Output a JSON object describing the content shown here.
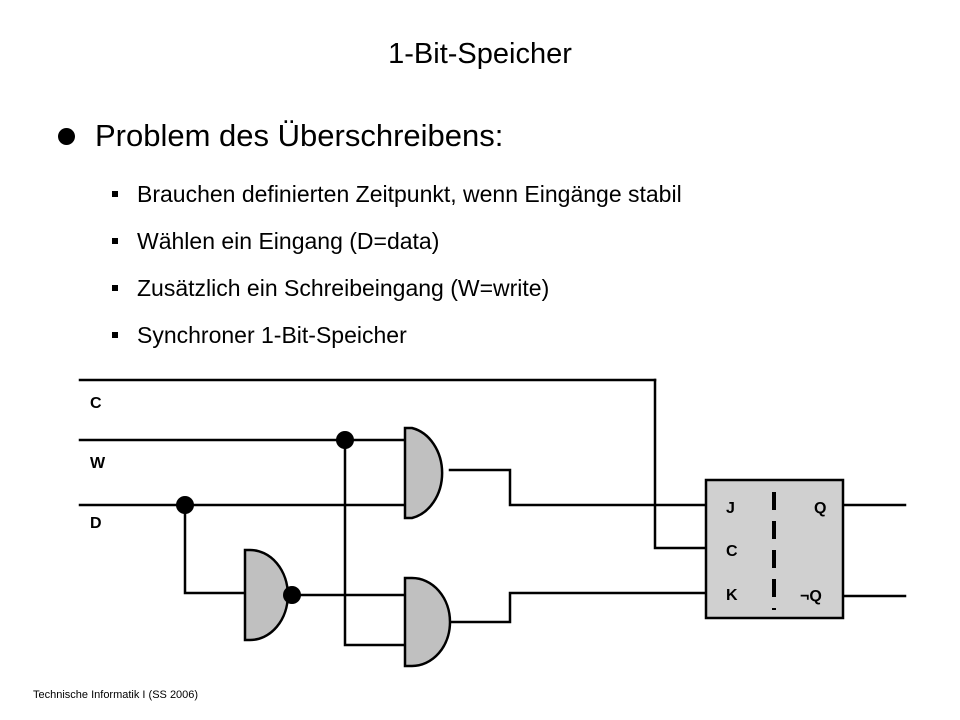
{
  "slide": {
    "title": "1-Bit-Speicher",
    "main_point": "Problem des Überschreibens:",
    "sub_points": [
      "Brauchen definierten Zeitpunkt, wenn Eingänge stabil",
      "Wählen ein Eingang (D=data)",
      "Zusätzlich ein Schreibeingang (W=write)",
      "Synchroner 1-Bit-Speicher"
    ],
    "footer": "Technische Informatik I (SS 2006)"
  },
  "circuit": {
    "input_labels": {
      "c": "C",
      "w": "W",
      "d": "D"
    },
    "flipflop_labels": {
      "j": "J",
      "c": "C",
      "k": "K",
      "q": "Q",
      "not_q": "¬Q"
    },
    "gate_fill": "#c0c0c0"
  }
}
